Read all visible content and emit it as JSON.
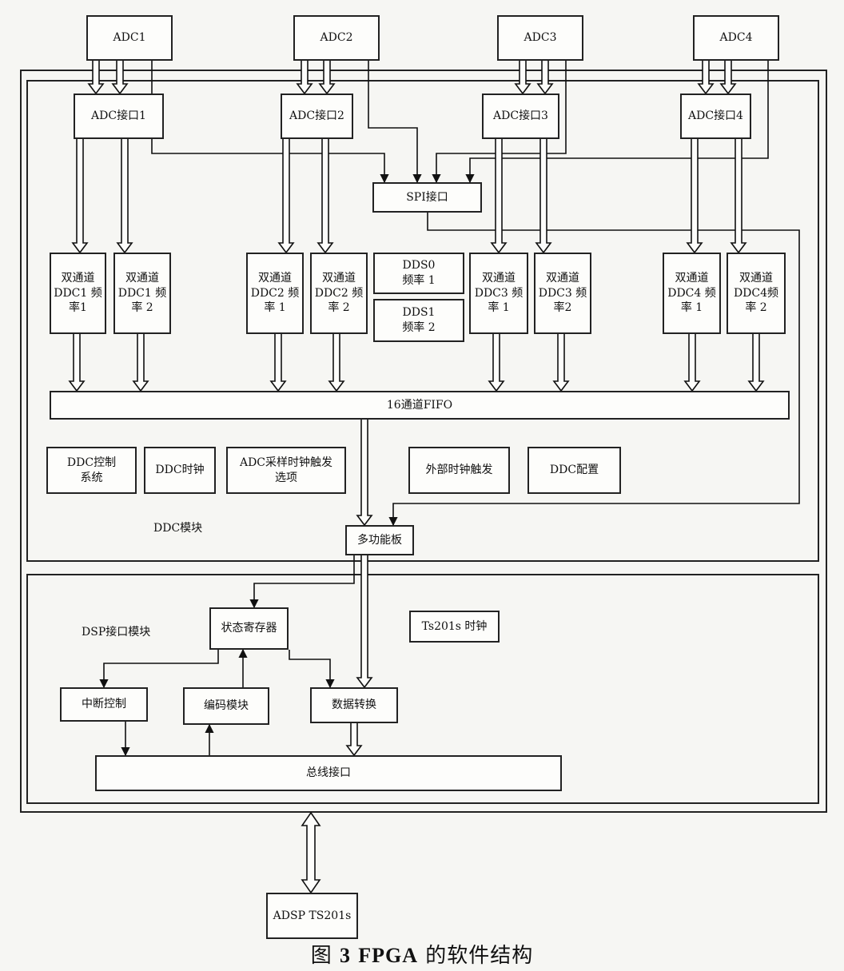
{
  "adc": [
    "ADC1",
    "ADC2",
    "ADC3",
    "ADC4"
  ],
  "adc_if": [
    "ADC接口1",
    "ADC接口2",
    "ADC接口3",
    "ADC接口4"
  ],
  "spi": "SPI接口",
  "ddc": [
    "双通道\nDDC1 频\n率1",
    "双通道\nDDC1 频\n率 2",
    "双通道\nDDC2 频\n率 1",
    "双通道\nDDC2 频\n率 2",
    "双通道\nDDC3 频\n率 1",
    "双通道\nDDC3 频\n率2",
    "双通道\nDDC4 频\n率 1",
    "双通道\nDDC4频\n率 2"
  ],
  "dds": [
    "DDS0\n频率 1",
    "DDS1\n频率 2"
  ],
  "fifo": "16通道FIFO",
  "ddc_ctrl": "DDC控制\n系统",
  "ddc_clock": "DDC时钟",
  "adc_trigger": "ADC采样时钟触发\n选项",
  "ext_trigger": "外部时钟触发",
  "ddc_config": "DDC配置",
  "ddc_module_label": "DDC模块",
  "multi_board": "多功能板",
  "dsp_module_label": "DSP接口模块",
  "status_reg": "状态寄存器",
  "ts201_clock": "Ts201s 时钟",
  "int_ctrl": "中断控制",
  "encoder": "编码模块",
  "data_conv": "数据转换",
  "bus_if": "总线接口",
  "adsp": "ADSP TS201s",
  "caption": {
    "prefix": "图",
    "num": "3",
    "fpga": "FPGA",
    "suffix": "的软件结构"
  }
}
